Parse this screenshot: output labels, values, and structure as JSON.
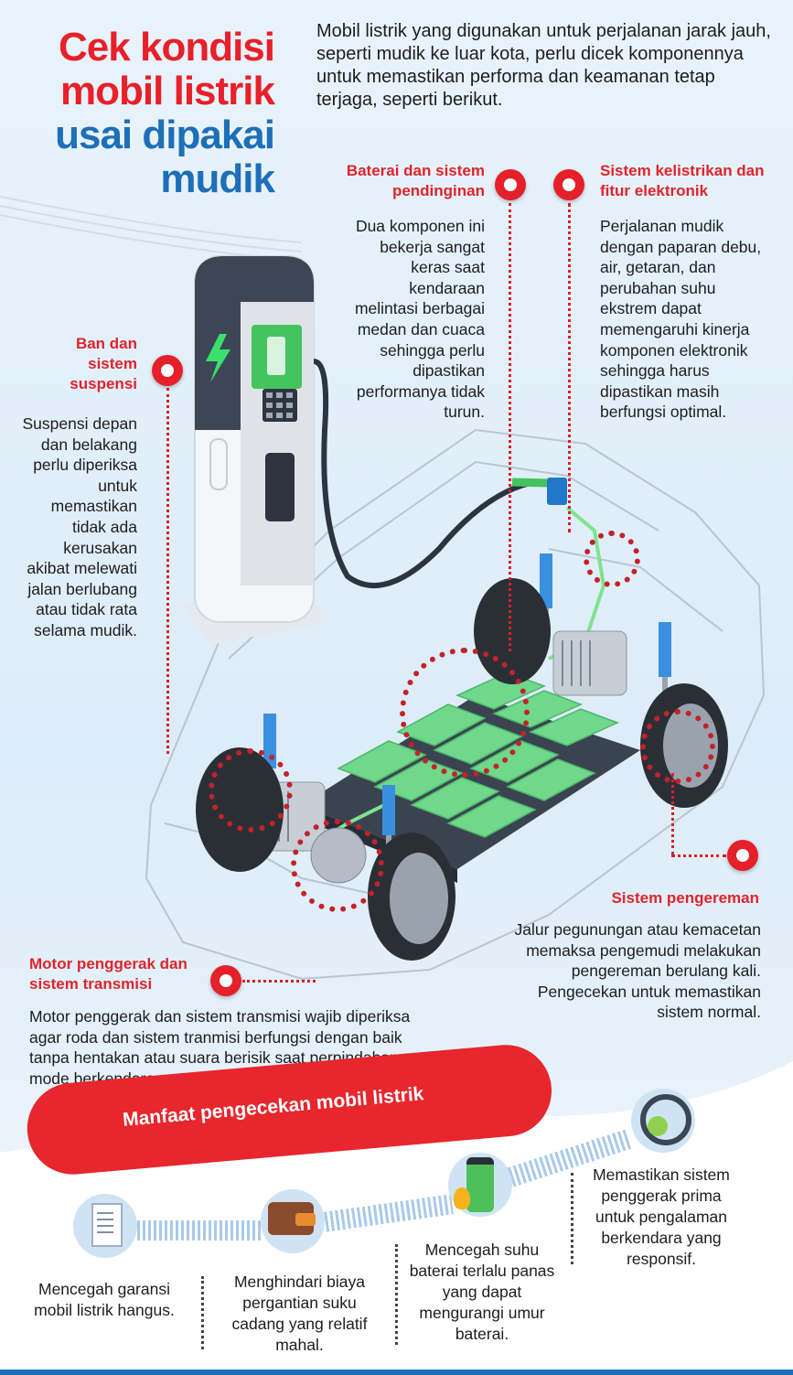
{
  "title": {
    "line1": "Cek kondisi",
    "line2": "mobil listrik",
    "line3": "usai dipakai",
    "line4": "mudik"
  },
  "intro": "Mobil listrik yang digunakan untuk perjalanan jarak jauh, seperti mudik ke luar kota, perlu dicek komponennya untuk memastikan performa dan keamanan tetap terjaga, seperti berikut.",
  "sections": {
    "battery": {
      "heading": "Baterai dan sistem pendinginan",
      "text": "Dua komponen ini bekerja sangat keras saat kendaraan melintasi berbagai medan dan cuaca sehingga perlu dipastikan performanya tidak turun."
    },
    "electrical": {
      "heading": "Sistem kelistrikan dan fitur elektronik",
      "text": "Perjalanan mudik dengan paparan debu, air, getaran, dan perubahan suhu ekstrem dapat memengaruhi kinerja komponen elektronik sehingga harus dipastikan masih berfungsi optimal."
    },
    "suspension": {
      "heading": "Ban dan sistem suspensi",
      "text": "Suspensi depan dan belakang perlu diperiksa untuk memastikan tidak ada kerusakan akibat melewati jalan berlubang atau tidak rata selama mudik."
    },
    "brakes": {
      "heading": "Sistem pengereman",
      "text": "Jalur pegunungan atau kemacetan memaksa pengemudi melakukan pengereman berulang kali. Pengecekan untuk memastikan sistem normal."
    },
    "motor": {
      "heading": "Motor penggerak dan sistem transmisi",
      "text": "Motor penggerak dan sistem transmisi wajib diperiksa agar roda dan sistem tranmisi berfungsi dengan baik tanpa hentakan atau suara berisik saat perpindahan mode berkendara."
    }
  },
  "benefits": {
    "banner": "Manfaat pengecekan mobil listrik",
    "items": [
      {
        "text": "Mencegah garansi mobil listrik hangus.",
        "icon": "receipt-icon"
      },
      {
        "text": "Menghindari biaya pergantian suku cadang yang relatif mahal.",
        "icon": "wallet-icon"
      },
      {
        "text": "Mencegah suhu baterai terlalu panas yang dapat mengurangi umur baterai.",
        "icon": "hot-battery-icon"
      },
      {
        "text": "Memastikan sistem penggerak prima untuk pengalaman berkendara yang responsif.",
        "icon": "drive-belt-icon"
      }
    ]
  },
  "colors": {
    "accent_red": "#e8202a",
    "accent_blue": "#1d6fb8",
    "battery_green": "#6fd88a"
  }
}
